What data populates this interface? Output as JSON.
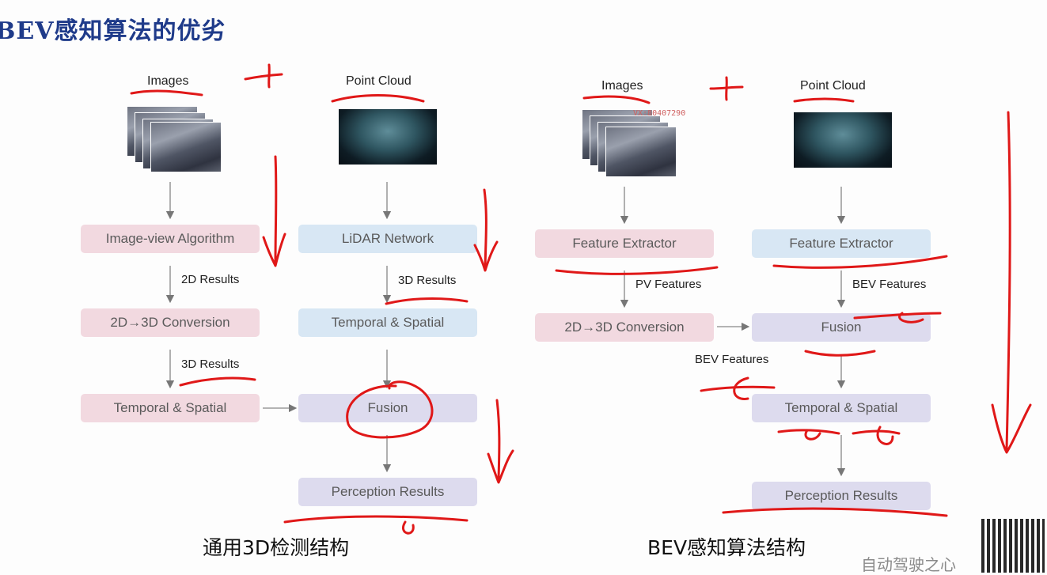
{
  "title": "BEV感知算法的优劣",
  "left": {
    "images_label": "Images",
    "pointcloud_label": "Point Cloud",
    "image_view": "Image-view Algorithm",
    "lidar": "LiDAR Network",
    "results2d": "2D Results",
    "results3d_a": "3D Results",
    "conversion": "2D→3D Conversion",
    "temporal_right": "Temporal & Spatial",
    "results3d_b": "3D Results",
    "temporal_left": "Temporal & Spatial",
    "fusion": "Fusion",
    "perception": "Perception Results",
    "caption": "通用3D检测结构"
  },
  "right": {
    "images_label": "Images",
    "pointcloud_label": "Point Cloud",
    "feat_left": "Feature Extractor",
    "feat_right": "Feature Extractor",
    "pv_features": "PV Features",
    "bev_features_a": "BEV Features",
    "conversion": "2D→3D Conversion",
    "fusion": "Fusion",
    "bev_features_b": "BEV Features",
    "temporal": "Temporal & Spatial",
    "perception": "Perception Results",
    "caption": "BEV感知算法结构"
  },
  "overlay_id": "VX:80407290",
  "watermark": "自动驾驶之心",
  "colors": {
    "pink": "#f2d9e0",
    "blue": "#d8e7f4",
    "purple": "#dddbee",
    "annotation": "#e01818",
    "title": "#1f3b8a"
  }
}
